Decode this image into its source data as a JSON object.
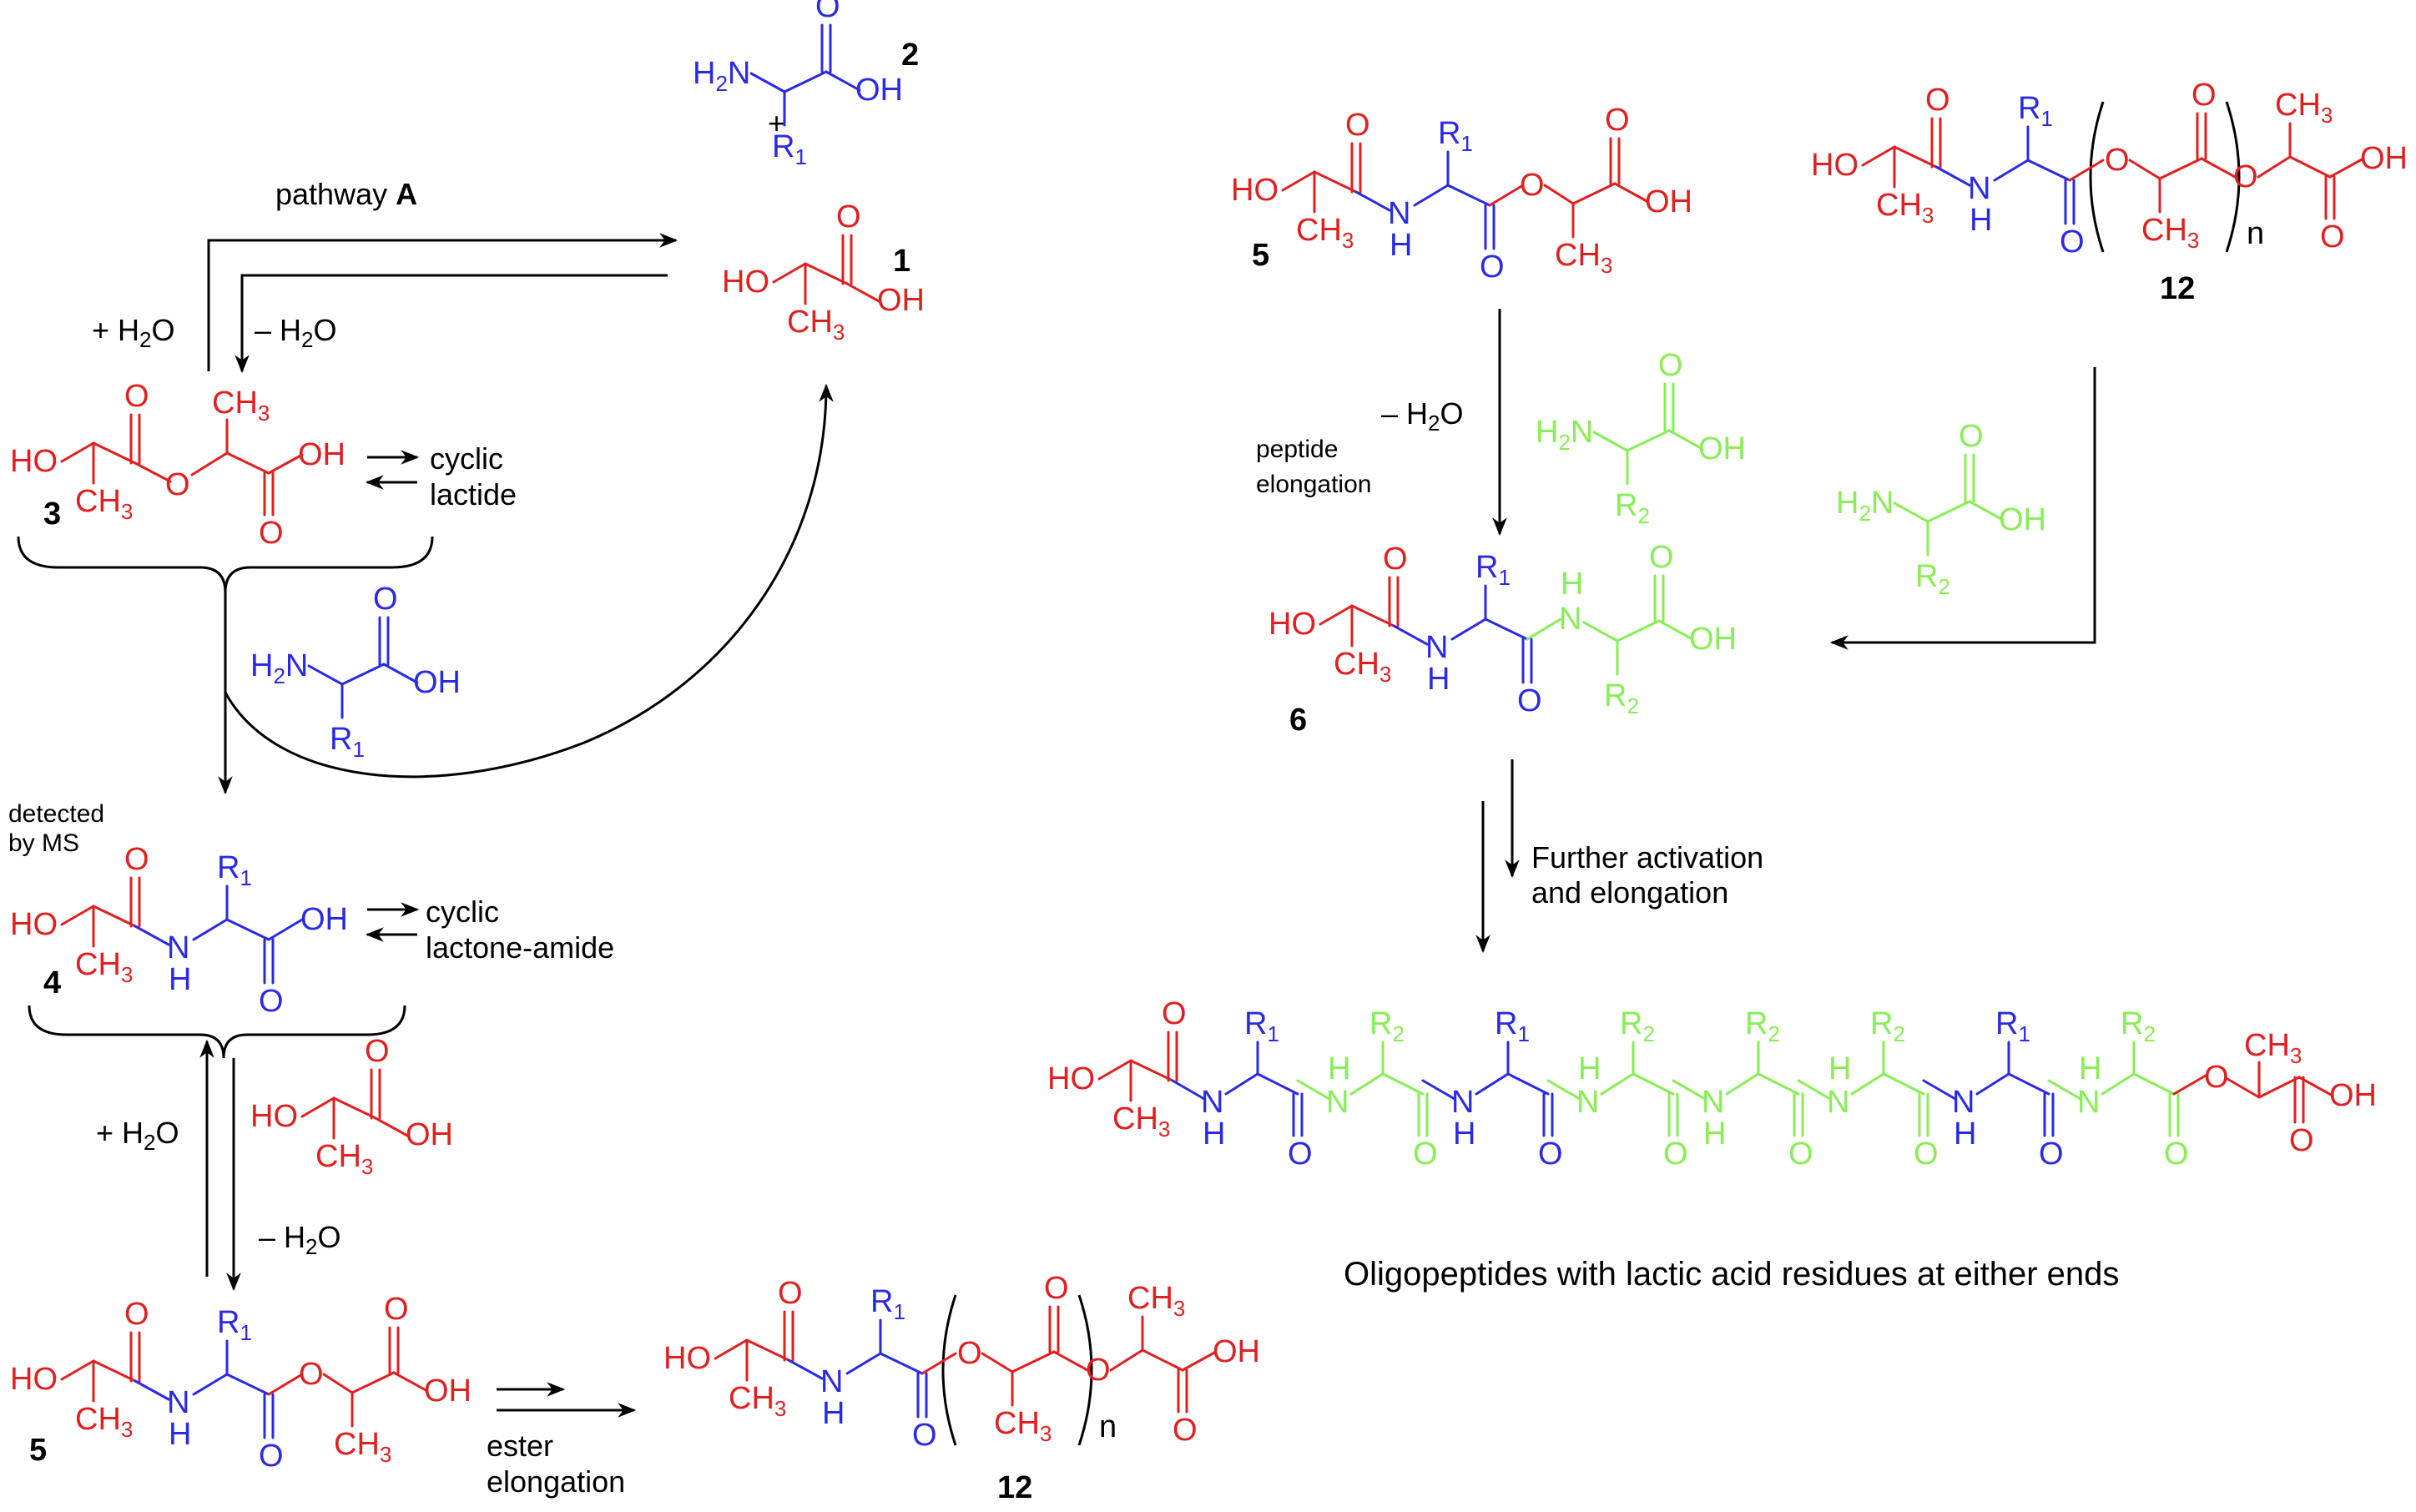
{
  "colors": {
    "lactic": "#e02020",
    "aa1": "#2a2ae6",
    "aa2": "#88ee55",
    "arrow": "#000000"
  },
  "labels": {
    "pathway_prefix": "pathway ",
    "pathway_letter": "A",
    "plus_water": "+ H",
    "minus_water": "– H",
    "water_sub": "2",
    "water_o": "O",
    "plus_sign": "+",
    "cyclic": "cyclic",
    "lactide": "lactide",
    "lactone_amide": "lactone-amide",
    "detected1": "detected",
    "detected2": "by MS",
    "ester1": "ester",
    "ester2": "elongation",
    "peptide1": "peptide",
    "peptide2": "elongation",
    "further1": "Further activation",
    "further2": "and elongation",
    "caption": "Oligopeptides with lactic acid residues at either ends"
  },
  "compounds": {
    "c1": "1",
    "c2": "2",
    "c3": "3",
    "c4": "4",
    "c5": "5",
    "c6": "6",
    "c12": "12"
  },
  "atoms": {
    "HO": "HO",
    "OH": "OH",
    "O": "O",
    "N": "N",
    "H": "H",
    "H2N": "H",
    "H2N_sub": "2",
    "H2N_tail": "N",
    "CH3": "CH",
    "CH3_sub": "3",
    "R": "R",
    "R1_sub": "1",
    "R2_sub": "2",
    "n": "n"
  }
}
